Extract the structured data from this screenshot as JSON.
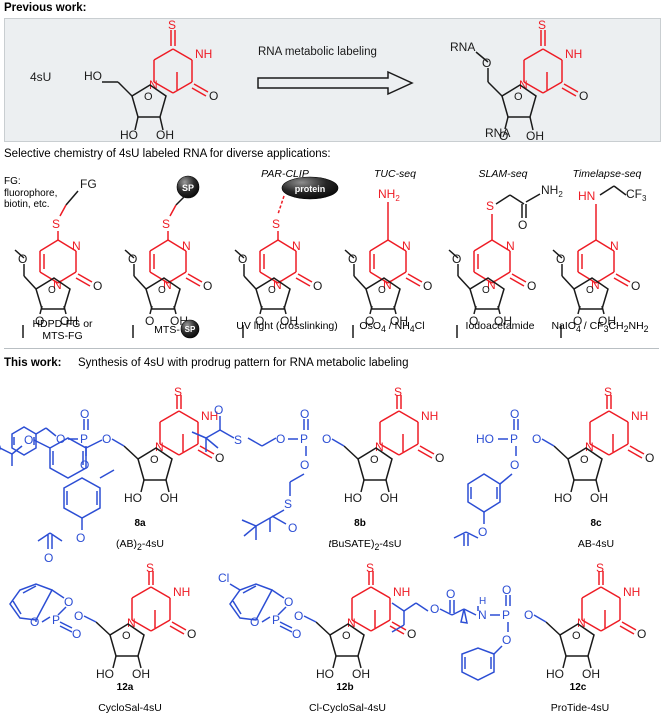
{
  "figure": {
    "previous_work": {
      "heading": "Previous work:",
      "substrate_label": "4sU",
      "arrow_label": "RNA metabolic labeling",
      "left_structure": {
        "name": "4sU",
        "atom_labels": [
          "S",
          "NH",
          "O",
          "N",
          "HO",
          "O",
          "HO",
          "OH"
        ]
      },
      "right_structure": {
        "name": "4sU in RNA",
        "atom_labels": [
          "S",
          "NH",
          "O",
          "N",
          "RNA",
          "O",
          "O",
          "OH",
          "O",
          "RNA"
        ]
      }
    },
    "applications": {
      "heading": "Selective chemistry of 4sU labeled RNA for diverse applications:",
      "fg_note": "FG:\nfluorophore,\nbiotin, etc.",
      "fg_note_lines": [
        "FG:",
        "fluorophore,",
        "biotin, etc."
      ],
      "columns": [
        {
          "method": "",
          "top_label": "FG",
          "reagent_lines": [
            "HDPD-FG or",
            "MTS-FG"
          ],
          "modification": "S-CH2-FG",
          "highlight_color": "#ee1c25"
        },
        {
          "method": "",
          "top_label": "SP",
          "reagent_lines": [
            "MTS-SP"
          ],
          "modification": "S-CH2-SP",
          "highlight_color": "#ee1c25"
        },
        {
          "method": "PAR-CLIP",
          "top_label": "protein",
          "reagent_lines": [
            "UV light (crosslinking)"
          ],
          "modification": "S-protein",
          "highlight_color": "#ee1c25"
        },
        {
          "method": "TUC-seq",
          "top_label": "NH2",
          "reagent_lines": [
            "OsO4 / NH4Cl"
          ],
          "modification": "4-amino (cytidine)",
          "highlight_color": "#ee1c25"
        },
        {
          "method": "SLAM-seq",
          "top_label": "S-CH2-C(O)NH2",
          "reagent_lines": [
            "Iodoacetamide"
          ],
          "modification": "S-acetamide",
          "highlight_color": "#ee1c25"
        },
        {
          "method": "Timelapse-seq",
          "top_label": "HN-CH2-CF3",
          "reagent_lines": [
            "NaIO4 / CF3CH2NH2"
          ],
          "modification": "N4-trifluoroethyl",
          "highlight_color": "#ee1c25"
        }
      ]
    },
    "this_work": {
      "heading_bold": "This work:",
      "heading_plain": "Synthesis of 4sU with prodrug pattern for RNA metabolic labeling",
      "compounds": [
        {
          "id": "8a",
          "name": "(AB)2-4sU",
          "name_parts": {
            "pre": "(AB)",
            "sub": "2",
            "post": "-4sU"
          }
        },
        {
          "id": "8b",
          "name": "(tBuSATE)2-4sU",
          "name_parts": {
            "pre": "(tBuSATE)",
            "sub": "2",
            "post": "-4sU"
          }
        },
        {
          "id": "8c",
          "name": "AB-4sU",
          "name_parts": {
            "pre": "AB-4sU",
            "sub": "",
            "post": ""
          }
        },
        {
          "id": "12a",
          "name": "CycloSal-4sU",
          "name_parts": {
            "pre": "CycloSal-4sU",
            "sub": "",
            "post": ""
          }
        },
        {
          "id": "12b",
          "name": "Cl-CycloSal-4sU",
          "name_parts": {
            "pre": "Cl-CycloSal-4sU",
            "sub": "",
            "post": ""
          }
        },
        {
          "id": "12c",
          "name": "ProTide-4sU",
          "name_parts": {
            "pre": "ProTide-4sU",
            "sub": "",
            "post": ""
          }
        }
      ]
    },
    "colors": {
      "nucleobase_red": "#ee1c25",
      "prodrug_blue": "#2c4ed4",
      "skeleton_black": "#1a1a1a",
      "panel_background": "#eceff1",
      "panel_border": "#c9ced1",
      "divider": "#b9bfc3"
    }
  }
}
